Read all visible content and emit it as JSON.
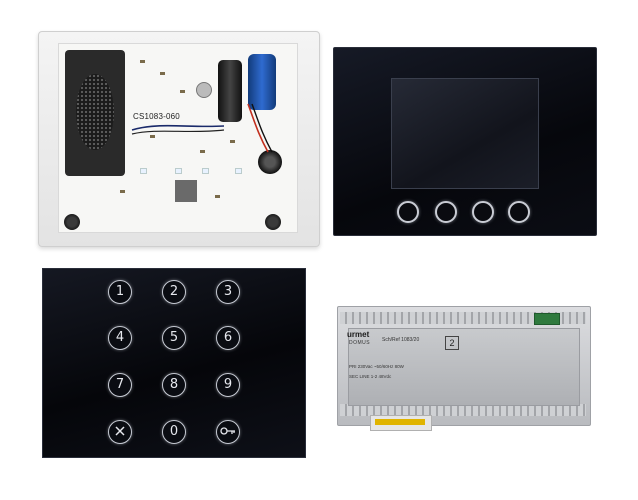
{
  "pcb": {
    "label": "CS1083-060"
  },
  "monitor": {
    "button_count": 4
  },
  "keypad": {
    "keys": [
      "1",
      "2",
      "3",
      "4",
      "5",
      "6",
      "7",
      "8",
      "9",
      "cross-icon",
      "0",
      "key-icon"
    ]
  },
  "power_supply": {
    "brand": "urmet",
    "brand_sub": "DOMUS",
    "model": "Sch/Ref 1083/20",
    "spec_line1": "PRI 230Vac ~50/60Hz 80W",
    "spec_line2": "SEC LINE 1-2 48Vdc",
    "badge": "2"
  },
  "colors": {
    "panel_black": "#06070c",
    "button_ring": "#c9ccd4",
    "psu_grey": "#b9bbbf",
    "capacitor_blue": "#2f6bd0"
  }
}
